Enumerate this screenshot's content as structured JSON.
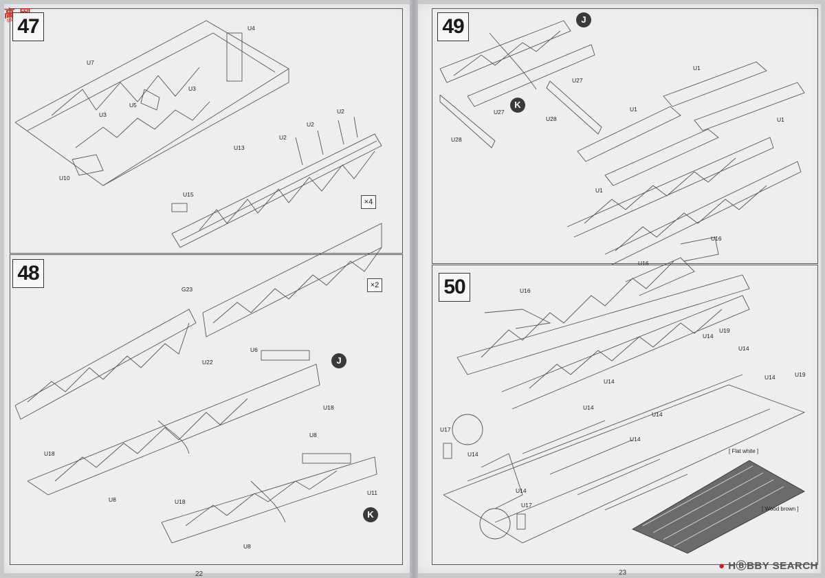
{
  "watermark_top": {
    "brand": "高 网",
    "sub": "gao.com.cn"
  },
  "watermark_bottom": {
    "brand": "HⒷBBY SEARCH"
  },
  "left_page": {
    "page_number": "22",
    "steps": {
      "s47": "47",
      "s48": "48"
    },
    "labels": {
      "U4": "U4",
      "U7": "U7",
      "U3a": "U3",
      "U3b": "U3",
      "U5": "U5",
      "U13": "U13",
      "U10": "U10",
      "U2a": "U2",
      "U2b": "U2",
      "U2c": "U2",
      "U15": "U15",
      "G23": "G23",
      "U22": "U22",
      "U6": "U6",
      "U18a": "U18",
      "U18b": "U18",
      "U8a": "U8",
      "U8b": "U8",
      "U8c": "U8",
      "U18c": "U18",
      "U11": "U11"
    },
    "multipliers": {
      "m4": "×4",
      "m2": "×2"
    },
    "circles": {
      "J": "J",
      "K": "K"
    }
  },
  "right_page": {
    "page_number": "23",
    "steps": {
      "s49": "49",
      "s50": "50"
    },
    "labels": {
      "U1a": "U1",
      "U1b": "U1",
      "U1c": "U1",
      "U1d": "U1",
      "U27a": "U27",
      "U27b": "U27",
      "U28a": "U28",
      "U28b": "U28",
      "U16a": "U16",
      "U16b": "U16",
      "U16c": "U16",
      "U14a": "U14",
      "U14b": "U14",
      "U14c": "U14",
      "U14d": "U14",
      "U14e": "U14",
      "U14f": "U14",
      "U14g": "U14",
      "U14h": "U14",
      "U19a": "U19",
      "U19b": "U19",
      "U17a": "U17",
      "U17b": "U17"
    },
    "circles": {
      "J": "J",
      "K": "K"
    },
    "paints": {
      "flat_white": "[ Flat white ]",
      "wood_brown": "[ Wood brown ]"
    }
  }
}
